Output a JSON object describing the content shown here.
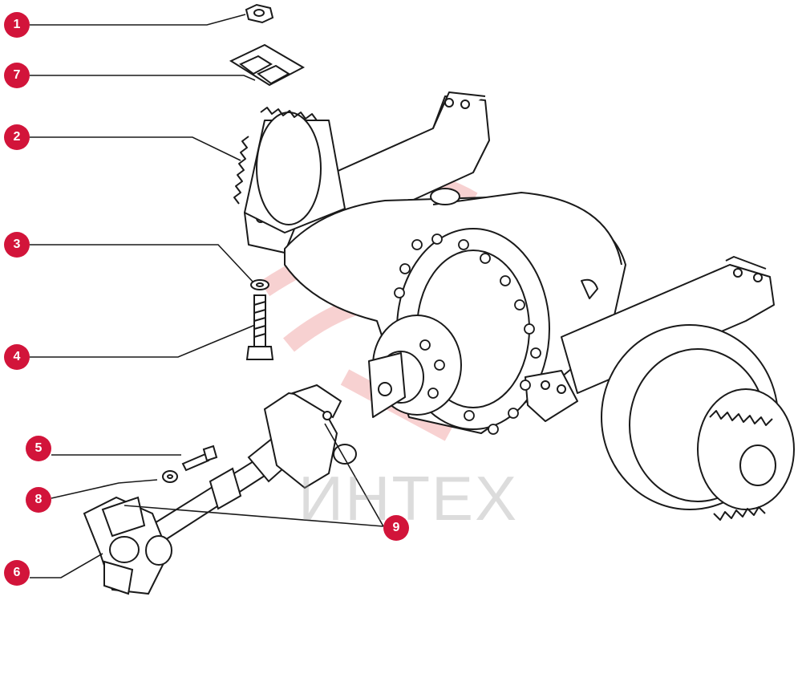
{
  "watermark": {
    "text": "ИНТЕХ"
  },
  "colors": {
    "callout": "#d2143a",
    "line": "#1a1a1a",
    "watermark_logo": "#ef9a9a",
    "watermark_text": "#9e9e9e"
  },
  "callouts": [
    {
      "label": "1"
    },
    {
      "label": "7"
    },
    {
      "label": "2"
    },
    {
      "label": "3"
    },
    {
      "label": "4"
    },
    {
      "label": "5"
    },
    {
      "label": "8"
    },
    {
      "label": "6"
    },
    {
      "label": "9"
    }
  ],
  "icons": {
    "watermark_logo": "intekh-logo-icon"
  }
}
